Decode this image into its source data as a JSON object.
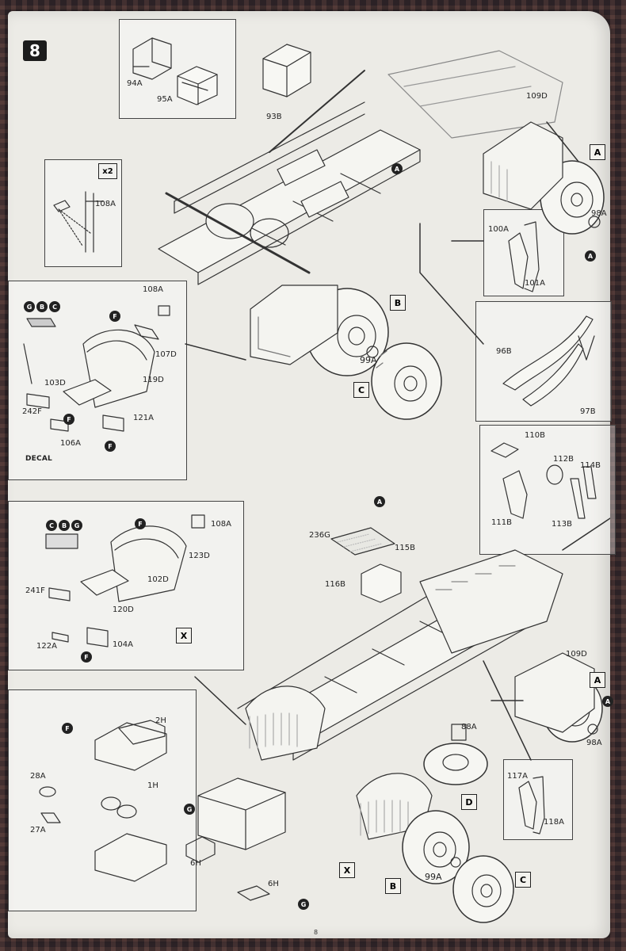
{
  "step_number": "8",
  "page_number": "8",
  "decal_label": "DECAL",
  "callout_markers": [
    "A",
    "B",
    "C",
    "F",
    "G"
  ],
  "multiplier": "x2",
  "assembly_letters": [
    "A",
    "B",
    "C",
    "D",
    "X"
  ],
  "part_numbers": {
    "p94a": "94A",
    "p95a": "95A",
    "p93b": "93B",
    "p108a_top": "108A",
    "p109d_top": "109D",
    "p98a_top": "98A",
    "p100a": "100A",
    "p101a": "101A",
    "p96b": "96B",
    "p97b": "97B",
    "p108a_fender": "108A",
    "p107d": "107D",
    "p103d": "103D",
    "p119d": "119D",
    "p242f": "242F",
    "p106a": "106A",
    "p121a": "121A",
    "p99a_top": "99A",
    "p110b": "110B",
    "p112b": "112B",
    "p114b": "114B",
    "p111b": "111B",
    "p113b": "113B",
    "p108a_x": "108A",
    "p123d": "123D",
    "p102d": "102D",
    "p241f": "241F",
    "p120d": "120D",
    "p122a": "122A",
    "p104a": "104A",
    "p236g": "236G",
    "p115b": "115B",
    "p116b": "116B",
    "p109d_bot": "109D",
    "p98a_bot": "98A",
    "p88a": "88A",
    "p2h": "2H",
    "p1h": "1H",
    "p28a": "28A",
    "p27a": "27A",
    "p6h_a": "6H",
    "p6h_b": "6H",
    "p117a": "117A",
    "p118a": "118A",
    "p99a_bot": "99A"
  }
}
